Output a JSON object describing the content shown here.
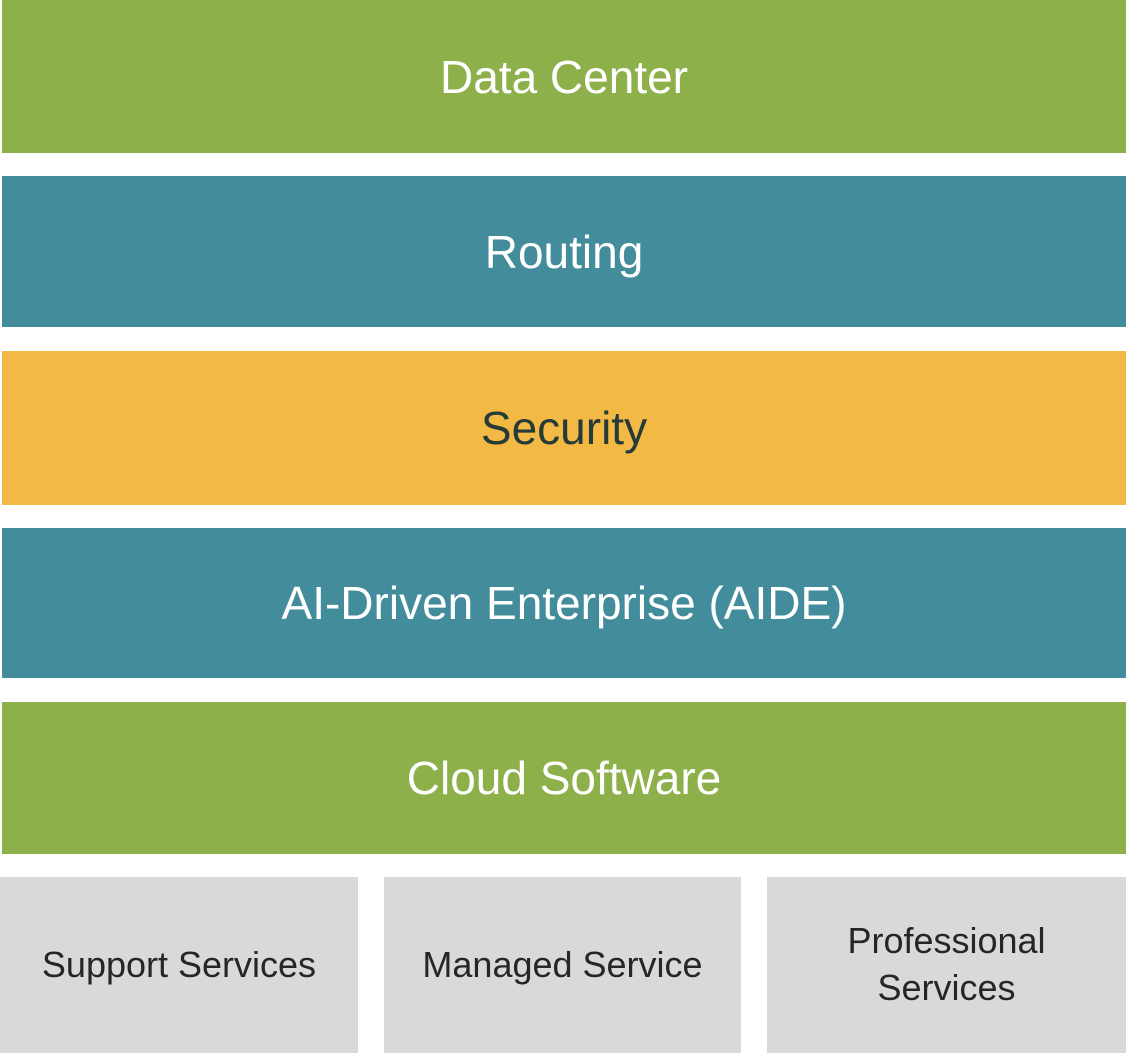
{
  "layers": [
    {
      "label": "Data Center",
      "color": "#8db04a",
      "text_color": "#ffffff"
    },
    {
      "label": "Routing",
      "color": "#428c9b",
      "text_color": "#ffffff"
    },
    {
      "label": "Security",
      "color": "#f2b944",
      "text_color": "#263a38"
    },
    {
      "label": "AI-Driven Enterprise (AIDE)",
      "color": "#428c9b",
      "text_color": "#ffffff"
    },
    {
      "label": "Cloud Software",
      "color": "#8db04a",
      "text_color": "#ffffff"
    }
  ],
  "services": [
    {
      "label": "Support Services"
    },
    {
      "label": "Managed Service"
    },
    {
      "label": "Professional Services"
    }
  ],
  "service_color": "#d9d9d9"
}
